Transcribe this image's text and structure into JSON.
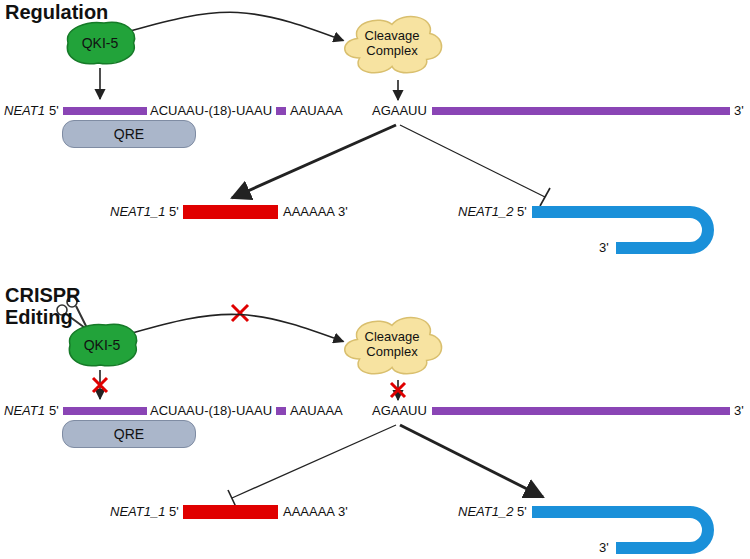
{
  "diagram": {
    "nodes": [
      {
        "text": [
          "QKI-5"
        ]
      },
      {
        "text": [
          "Cleavage Complex"
        ]
      },
      {
        "text": [
          "QRE"
        ]
      },
      {
        "text": [
          "QKI-5"
        ]
      },
      {
        "text": [
          "Cleavage Complex"
        ]
      },
      {
        "text": [
          "QRE"
        ]
      }
    ],
    "edges": [
      {
        "from": 0,
        "to": 1,
        "arrow": "to"
      },
      {
        "from": 3,
        "to": 4,
        "arrow": "to"
      }
    ],
    "labels": [
      "Regulation",
      "NEAT1",
      "5'",
      "ACUAAU-(18)-UAAU",
      "AAUAAA",
      "AGAAUU",
      "3'",
      "NEAT1_1",
      "5'",
      "AAAAAA 3'",
      "NEAT1_2",
      "5'",
      "3'",
      "CRISPR Editing",
      "NEAT1",
      "5'",
      "ACUAAU-(18)-UAAU",
      "AAUAAA",
      "AGAAUU",
      "3'",
      "NEAT1_1",
      "5'",
      "AAAAAA 3'",
      "NEAT1_2",
      "5'",
      "3'"
    ]
  }
}
